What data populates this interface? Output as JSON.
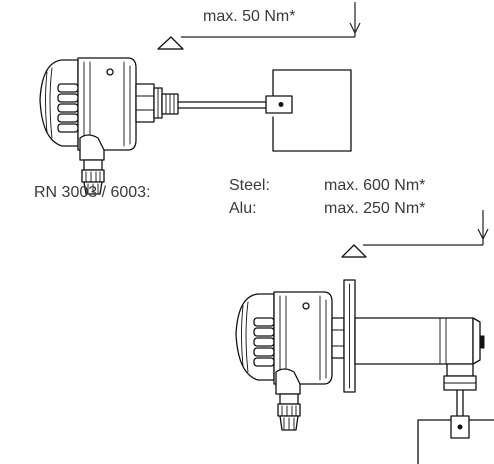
{
  "title": "",
  "labels": {
    "top_torque": "max. 50 Nm*",
    "model": "RN 3003 / 6003:",
    "steel_label": "Steel:",
    "steel_value": "max. 600 Nm*",
    "alu_label": "Alu:",
    "alu_value": "max. 250 Nm*"
  },
  "icons": {
    "force_arrow": "down-arrow-icon",
    "support": "triangle-support-icon"
  }
}
